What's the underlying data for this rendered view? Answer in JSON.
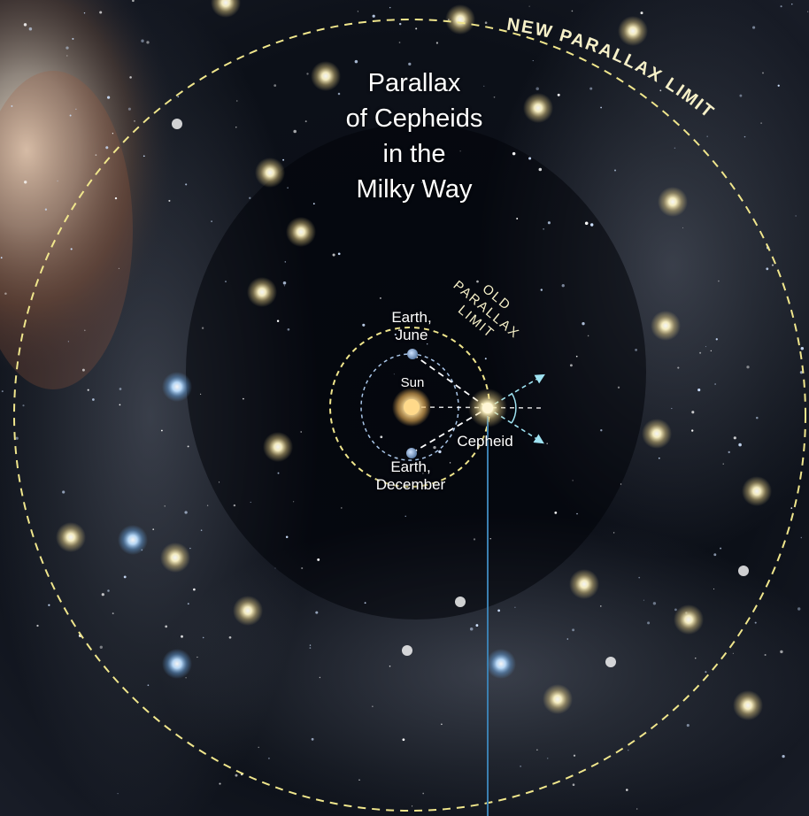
{
  "title_lines": [
    "Parallax",
    "of Cepheids",
    "in the",
    "Milky Way"
  ],
  "labels": {
    "new_limit": "NEW PARALLAX LIMIT",
    "old_limit_lines": [
      "OLD",
      "PARALLAX",
      "LIMIT"
    ],
    "earth_june_lines": [
      "Earth,",
      "June"
    ],
    "sun": "Sun",
    "cepheid": "Cepheid",
    "earth_december_lines": [
      "Earth,",
      "December"
    ]
  },
  "colors": {
    "space": "#05070d",
    "limit_circle": "#f0e68c",
    "orbit": "#a9c6e8",
    "sight_line": "#ffffff",
    "arrow": "#9fe3f2",
    "cepheid_line": "#3b7fb0",
    "sun": "#ffd98a"
  }
}
